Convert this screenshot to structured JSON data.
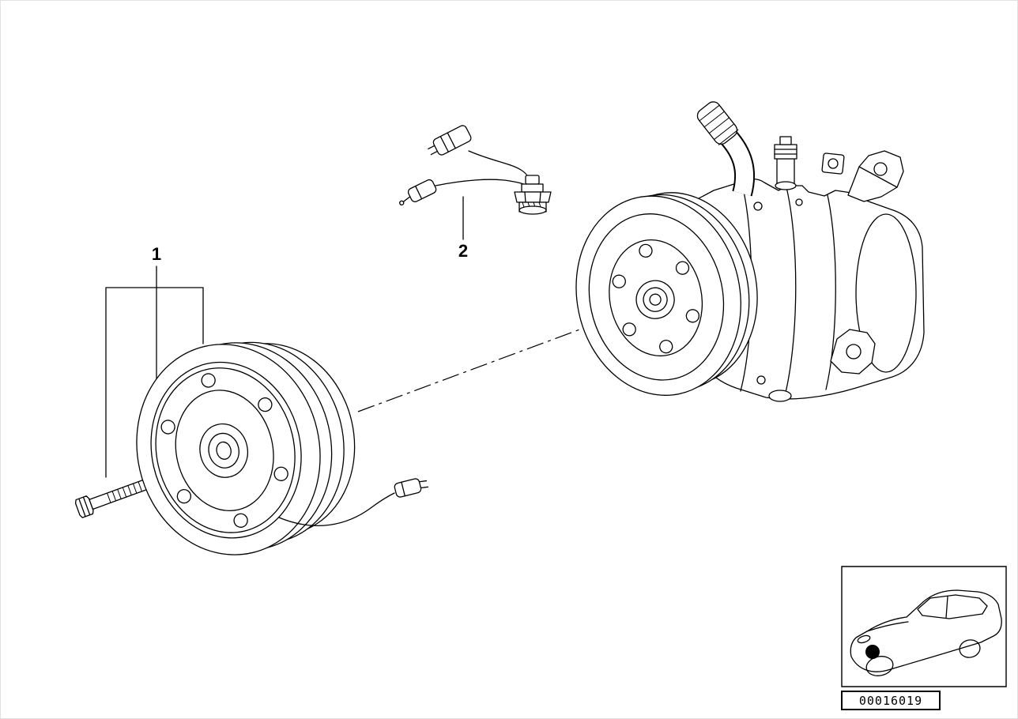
{
  "colors": {
    "line": "#000000",
    "background": "#ffffff"
  },
  "callouts": [
    {
      "label": "1"
    },
    {
      "label": "2"
    }
  ],
  "footer": {
    "part_number": "00016019"
  }
}
